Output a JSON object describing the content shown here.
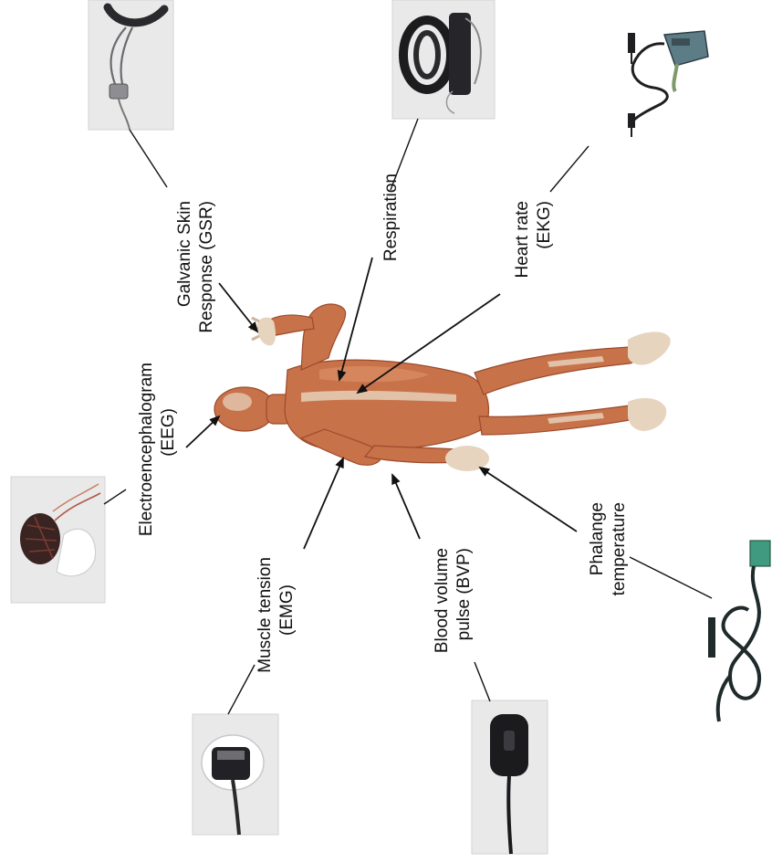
{
  "labels": {
    "gsr": [
      "Galvanic Skin",
      "Response (GSR)"
    ],
    "respiration": [
      "Respiration"
    ],
    "ekg": [
      "Heart rate",
      "(EKG)"
    ],
    "eeg": [
      "Electroencephalogram",
      "(EEG)"
    ],
    "emg": [
      "Muscle tension",
      "(EMG)"
    ],
    "bvp": [
      "Blood volume",
      "pulse (BVP)"
    ],
    "temp": [
      "Phalange",
      "temperature"
    ]
  },
  "colors": {
    "muscle": "#c8724a",
    "tendon": "#e7d4bf",
    "cable": "#1f1f22",
    "connector_teal": "#5d7d86"
  }
}
